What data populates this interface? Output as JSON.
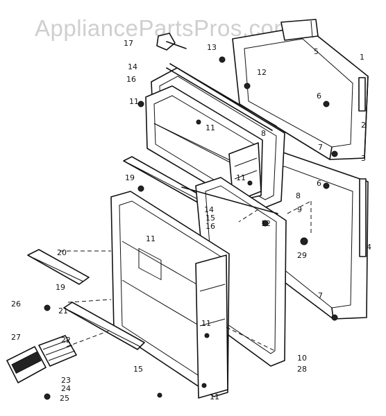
{
  "watermark": "AppliancePartsPros.com",
  "callouts": [
    "1",
    "2",
    "3",
    "4",
    "5",
    "6",
    "6",
    "7",
    "7",
    "8",
    "8",
    "9",
    "10",
    "11",
    "11",
    "11",
    "11",
    "11",
    "11",
    "12",
    "12",
    "13",
    "14",
    "14",
    "15",
    "15",
    "16",
    "16",
    "17",
    "19",
    "19",
    "20",
    "21",
    "22",
    "23",
    "24",
    "25",
    "26",
    "27",
    "28",
    "29"
  ],
  "labels": {
    "n1": "1",
    "n2": "2",
    "n3": "3",
    "n4": "4",
    "n5": "5",
    "n6a": "6",
    "n6b": "6",
    "n7a": "7",
    "n7b": "7",
    "n8a": "8",
    "n8b": "8",
    "n9": "9",
    "n10": "10",
    "n11a": "11",
    "n11b": "11",
    "n11c": "11",
    "n11d": "11",
    "n11e": "11",
    "n11f": "11",
    "n12a": "12",
    "n12b": "12",
    "n13": "13",
    "n14a": "14",
    "n14b": "14",
    "n15a": "15",
    "n15b": "15",
    "n16a": "16",
    "n16b": "16",
    "n17": "17",
    "n19a": "19",
    "n19b": "19",
    "n20": "20",
    "n21": "21",
    "n22": "22",
    "n23": "23",
    "n24": "24",
    "n25": "25",
    "n26": "26",
    "n27": "27",
    "n28": "28",
    "n29": "29"
  },
  "colors": {
    "line": "#111111",
    "watermark": "#cfcfcf",
    "background": "#ffffff"
  }
}
